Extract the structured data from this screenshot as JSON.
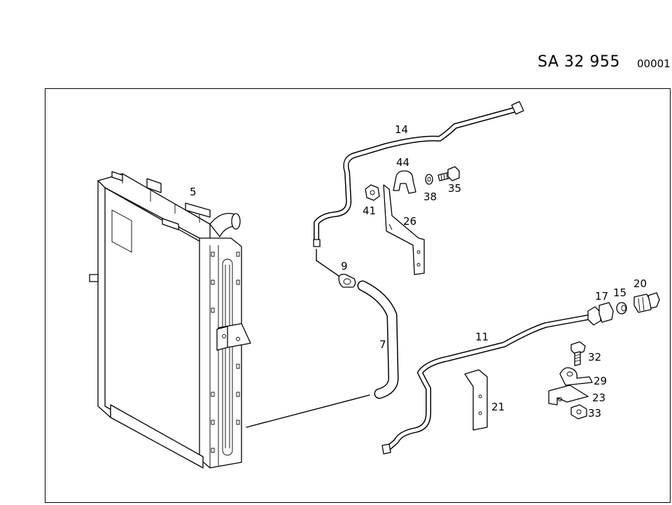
{
  "header": {
    "reference": "SA  32 955",
    "sheet": "00001"
  },
  "callouts": {
    "c5": "5",
    "c14": "14",
    "c44": "44",
    "c41": "41",
    "c38": "38",
    "c35": "35",
    "c26": "26",
    "c9": "9",
    "c7": "7",
    "c17": "17",
    "c15": "15",
    "c20": "20",
    "c11": "11",
    "c32": "32",
    "c29": "29",
    "c21": "21",
    "c23": "23",
    "c33": "33"
  }
}
